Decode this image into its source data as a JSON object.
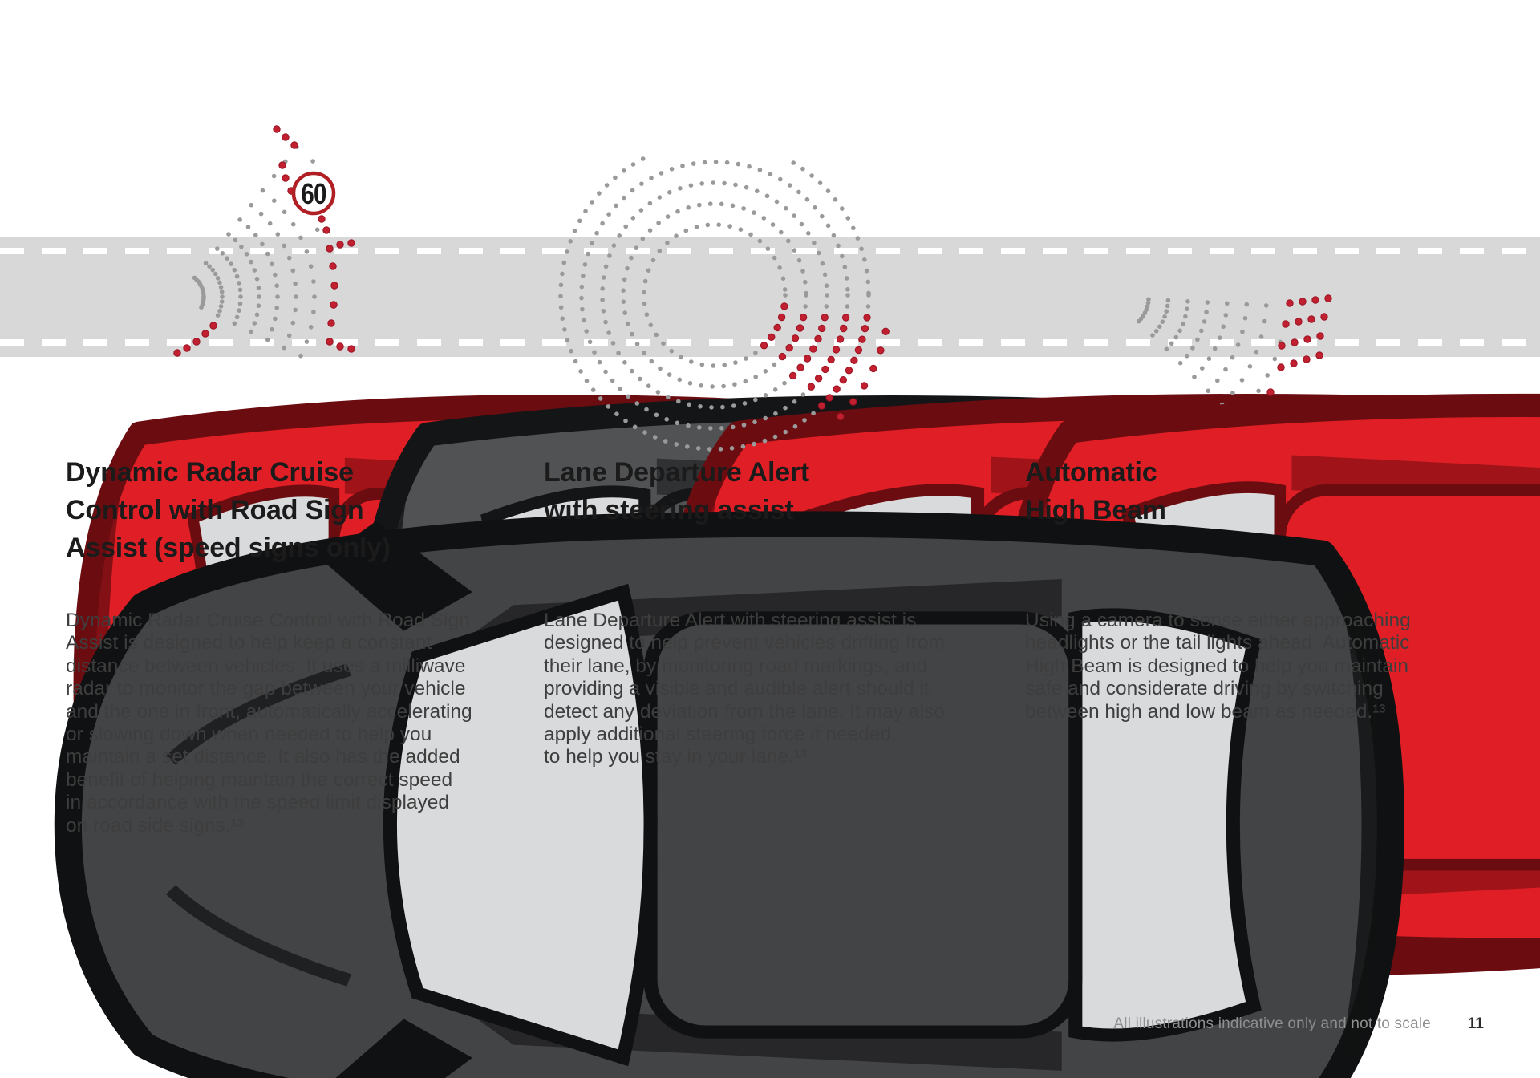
{
  "illustration": {
    "road_color": "#d8d8d8",
    "lane_marking_color": "#ffffff",
    "dot_gray": "#9a9a9a",
    "dot_red": "#c02030",
    "dot_red_edge": "#9b1322",
    "car_red_body": "#df1e25",
    "car_red_outline": "#6b0d10",
    "car_gray_body": "#505254",
    "car_gray_outline": "#141517",
    "car_dark_body": "#434446",
    "car_dark_outline": "#101112",
    "glass_color": "#d9dadc",
    "speed_sign": {
      "value": "60",
      "ring_color": "#b01f24",
      "text_color": "#1a1a1a"
    }
  },
  "features": [
    {
      "title": [
        "Dynamic Radar Cruise",
        "Control with Road Sign",
        "Assist (speed signs only)"
      ],
      "body": [
        "Dynamic Radar Cruise Control with Road Sign",
        "Assist is designed to help keep a constant",
        "distance between vehicles. It uses a milliwave",
        "radar to monitor the gap between your vehicle",
        "and the one in front, automatically accelerating",
        "or slowing down when needed to help you",
        "maintain a set distance. It also has the added",
        "benefit of helping maintain the correct speed",
        "in accordance with the speed limit displayed",
        "on road side signs.¹³"
      ]
    },
    {
      "title": [
        "Lane Departure Alert",
        "with steering assist"
      ],
      "body": [
        "Lane Departure Alert with steering assist is",
        "designed to help prevent vehicles drifting from",
        "their lane, by monitoring road markings, and",
        "providing a visible and audible alert should it",
        "detect any deviation from the lane. It may also",
        "apply additional steering force if needed,",
        "to help you stay in your lane.¹³"
      ]
    },
    {
      "title": [
        "Automatic",
        "High Beam"
      ],
      "body": [
        "Using a camera to sense either approaching",
        "headlights or the tail lights ahead, Automatic",
        "High Beam is designed to help you maintain",
        "safe and considerate driving by switching",
        "between high and low beam as needed.¹³"
      ]
    }
  ],
  "footer": {
    "disclaimer": "All illustrations indicative only and not to scale",
    "page_number": "11"
  }
}
